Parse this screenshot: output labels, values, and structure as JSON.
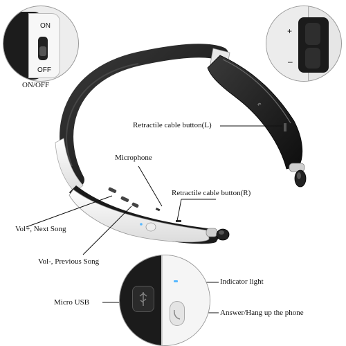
{
  "colors": {
    "band": "#1b1b1b",
    "shell": "#f4f4f4",
    "metal": "#cfcfcf",
    "led": "#57b8ff",
    "line": "#111111"
  },
  "switch": {
    "on": "ON",
    "off": "OFF",
    "caption": "ON/OFF"
  },
  "volume": {
    "plus": "+",
    "minus": "–"
  },
  "band_marks": {
    "brand": "ε"
  },
  "callouts": {
    "cable_left": "Retractile cable button(L)",
    "microphone": "Microphone",
    "cable_right": "Retractile cable button(R)",
    "vol_plus": "Vol+, Next Song",
    "vol_minus": "Vol-, Previous Song",
    "indicator": "Indicator light",
    "micro_usb": "Micro USB",
    "answer": "Answer/Hang up the phone"
  },
  "icons": [
    "switch-slider-icon",
    "usb-port-icon",
    "answer-button-icon",
    "earbud-icon",
    "indicator-led-icon"
  ]
}
